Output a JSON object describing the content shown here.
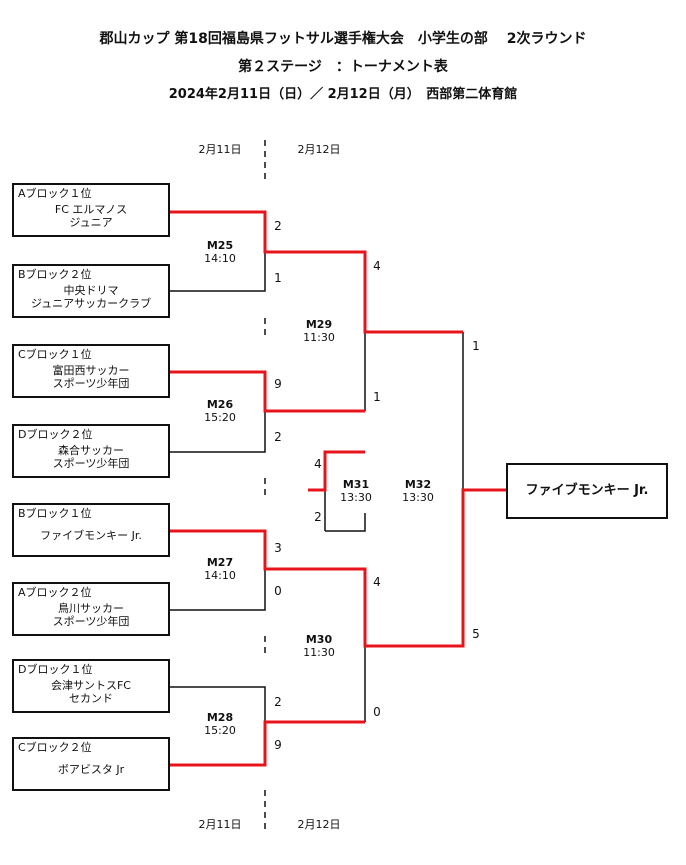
{
  "header": {
    "line1": "郡山カップ 第18回福島県フットサル選手権大会　小学生の部　 2次ラウンド",
    "line2": "第２ステージ　：トーナメント表",
    "line3": "2024年2月11日（日）／ 2月12日（月）　西部第二体育館"
  },
  "dates": {
    "day1": "2月11日",
    "day2": "2月12日"
  },
  "teams": [
    {
      "block": "Aブロック１位",
      "name": [
        "FC エルマノス",
        "ジュニア"
      ]
    },
    {
      "block": "Bブロック２位",
      "name": [
        "中央ドリマ",
        "ジュニアサッカークラブ"
      ]
    },
    {
      "block": "Cブロック１位",
      "name": [
        "富田西サッカー",
        "スポーツ少年団"
      ]
    },
    {
      "block": "Dブロック２位",
      "name": [
        "森合サッカー",
        "スポーツ少年団"
      ]
    },
    {
      "block": "Bブロック１位",
      "name": [
        "ファイブモンキー Jr."
      ]
    },
    {
      "block": "Aブロック２位",
      "name": [
        "鳥川サッカー",
        "スポーツ少年団"
      ]
    },
    {
      "block": "Dブロック１位",
      "name": [
        "会津サントスFC",
        "セカンド"
      ]
    },
    {
      "block": "Cブロック２位",
      "name": [
        "ボアビスタ Jr"
      ]
    }
  ],
  "matches": {
    "m25": {
      "id": "M25",
      "time": "14:10"
    },
    "m26": {
      "id": "M26",
      "time": "15:20"
    },
    "m27": {
      "id": "M27",
      "time": "14:10"
    },
    "m28": {
      "id": "M28",
      "time": "15:20"
    },
    "m29": {
      "id": "M29",
      "time": "11:30"
    },
    "m30": {
      "id": "M30",
      "time": "11:30"
    },
    "m31": {
      "id": "M31",
      "time": "13:30"
    },
    "m32": {
      "id": "M32",
      "time": "13:30"
    }
  },
  "scores": {
    "m25_top": "2",
    "m25_bot": "1",
    "m26_top": "9",
    "m26_bot": "2",
    "m27_top": "3",
    "m27_bot": "0",
    "m28_top": "2",
    "m28_bot": "9",
    "m29_top": "4",
    "m29_bot": "1",
    "m30_top": "4",
    "m30_bot": "0",
    "m31_top": "4",
    "m31_bot": "2",
    "m32_top": "1",
    "m32_bot": "5"
  },
  "champion": "ファイブモンキー Jr.",
  "colors": {
    "win_line": "#e8141b",
    "line": "#111111"
  }
}
